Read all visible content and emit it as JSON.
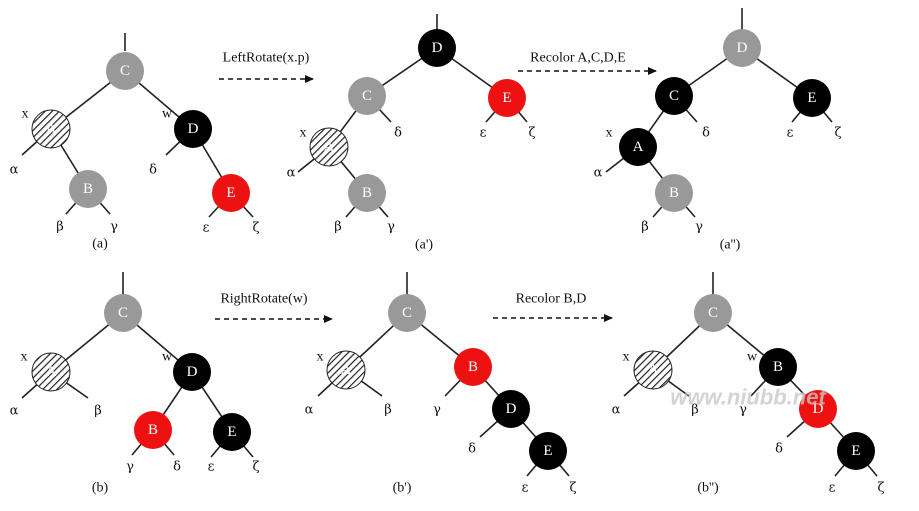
{
  "colors": {
    "gray": "#999999",
    "black": "#000000",
    "red": "#ee1111",
    "hatch": "#222222",
    "text_on_node": "#ffffff"
  },
  "arrows": {
    "a1": "LeftRotate(x.p)",
    "a2": "Recolor A,C,D,E",
    "b1": "RightRotate(w)",
    "b2": "Recolor B,D"
  },
  "panels": [
    {
      "id": "a",
      "caption": "(a)",
      "nodes": [
        {
          "key": "C",
          "label": "C",
          "color": "gray"
        },
        {
          "key": "A",
          "label": "A",
          "color": "hatch"
        },
        {
          "key": "D",
          "label": "D",
          "color": "black"
        },
        {
          "key": "B",
          "label": "B",
          "color": "gray"
        },
        {
          "key": "E",
          "label": "E",
          "color": "red"
        }
      ],
      "greek": [
        "α",
        "β",
        "γ",
        "δ",
        "ε",
        "ζ"
      ],
      "vars": [
        "x",
        "w"
      ]
    },
    {
      "id": "a1",
      "caption": "(a')",
      "nodes": [
        {
          "key": "D",
          "label": "D",
          "color": "black"
        },
        {
          "key": "C",
          "label": "C",
          "color": "gray"
        },
        {
          "key": "E",
          "label": "E",
          "color": "red"
        },
        {
          "key": "A",
          "label": "A",
          "color": "hatch"
        },
        {
          "key": "B",
          "label": "B",
          "color": "gray"
        }
      ],
      "greek": [
        "α",
        "β",
        "γ",
        "δ",
        "ε",
        "ζ"
      ],
      "vars": [
        "x"
      ]
    },
    {
      "id": "a2",
      "caption": "(a'')",
      "nodes": [
        {
          "key": "D",
          "label": "D",
          "color": "gray"
        },
        {
          "key": "C",
          "label": "C",
          "color": "black"
        },
        {
          "key": "E",
          "label": "E",
          "color": "black"
        },
        {
          "key": "A",
          "label": "A",
          "color": "black"
        },
        {
          "key": "B",
          "label": "B",
          "color": "gray"
        }
      ],
      "greek": [
        "α",
        "β",
        "γ",
        "δ",
        "ε",
        "ζ"
      ],
      "vars": [
        "x"
      ]
    },
    {
      "id": "b",
      "caption": "(b)",
      "nodes": [
        {
          "key": "C",
          "label": "C",
          "color": "gray"
        },
        {
          "key": "A",
          "label": "A",
          "color": "hatch"
        },
        {
          "key": "D",
          "label": "D",
          "color": "black"
        },
        {
          "key": "B",
          "label": "B",
          "color": "red"
        },
        {
          "key": "E",
          "label": "E",
          "color": "black"
        }
      ],
      "greek": [
        "α",
        "β",
        "γ",
        "δ",
        "ε",
        "ζ"
      ],
      "vars": [
        "x",
        "w"
      ]
    },
    {
      "id": "b1",
      "caption": "(b')",
      "nodes": [
        {
          "key": "C",
          "label": "C",
          "color": "gray"
        },
        {
          "key": "A",
          "label": "A",
          "color": "hatch"
        },
        {
          "key": "B",
          "label": "B",
          "color": "red"
        },
        {
          "key": "D",
          "label": "D",
          "color": "black"
        },
        {
          "key": "E",
          "label": "E",
          "color": "black"
        }
      ],
      "greek": [
        "α",
        "β",
        "γ",
        "δ",
        "ε",
        "ζ"
      ],
      "vars": [
        "x"
      ]
    },
    {
      "id": "b2",
      "caption": "(b'')",
      "nodes": [
        {
          "key": "C",
          "label": "C",
          "color": "gray"
        },
        {
          "key": "A",
          "label": "A",
          "color": "hatch"
        },
        {
          "key": "B",
          "label": "B",
          "color": "black"
        },
        {
          "key": "D",
          "label": "D",
          "color": "red"
        },
        {
          "key": "E",
          "label": "E",
          "color": "black"
        }
      ],
      "greek": [
        "α",
        "β",
        "γ",
        "δ",
        "ε",
        "ζ"
      ],
      "vars": [
        "x",
        "w"
      ]
    }
  ],
  "watermark": "www.niubb.net"
}
